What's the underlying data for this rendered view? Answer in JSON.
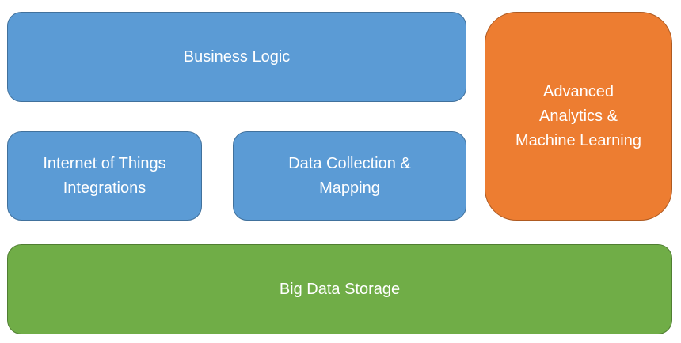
{
  "diagram": {
    "boxes": {
      "business_logic": {
        "label": "Business Logic",
        "color": "#5b9bd5"
      },
      "iot": {
        "label": "Internet of Things\nIntegrations",
        "color": "#5b9bd5"
      },
      "data_collection": {
        "label": "Data Collection &\nMapping",
        "color": "#5b9bd5"
      },
      "analytics": {
        "label": "Advanced\nAnalytics &\nMachine Learning",
        "color": "#ed7d31"
      },
      "storage": {
        "label": "Big Data Storage",
        "color": "#70ad47"
      }
    }
  }
}
